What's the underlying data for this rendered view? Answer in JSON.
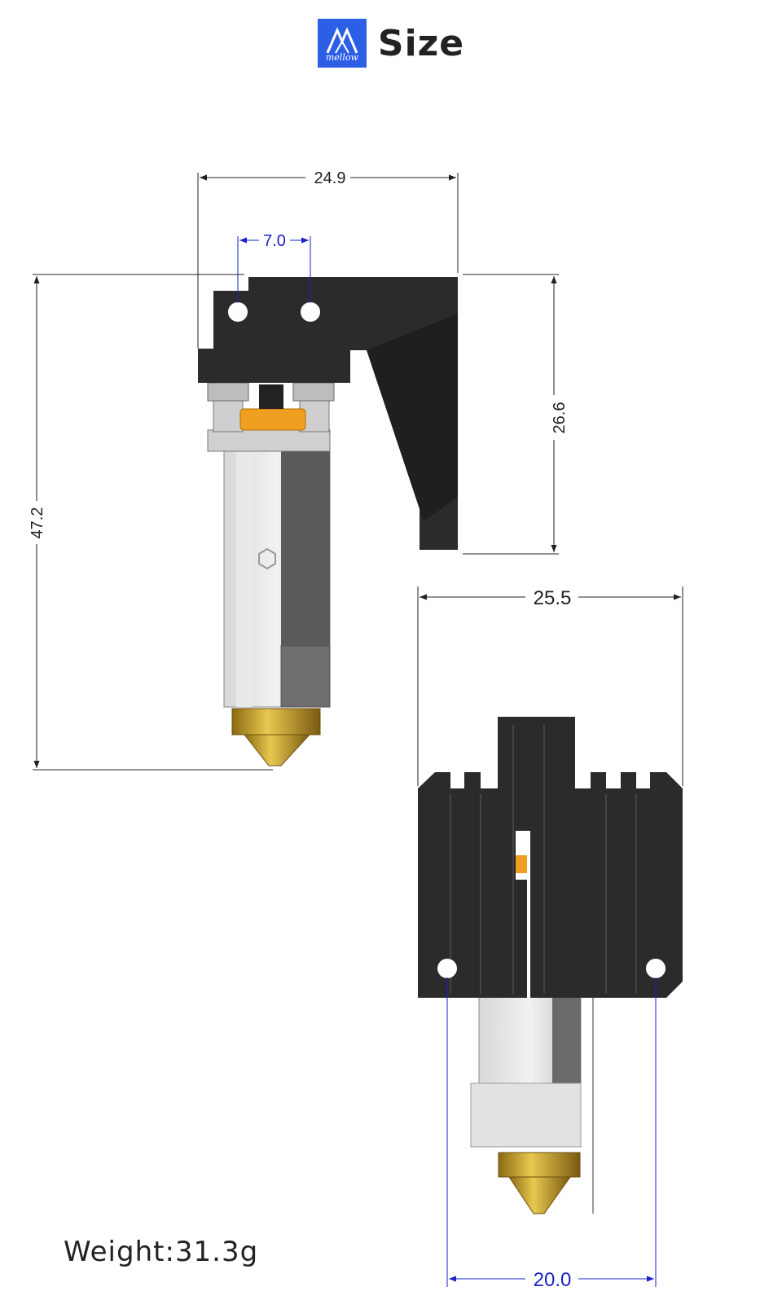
{
  "header": {
    "logo_text": "mellow",
    "title": "Size"
  },
  "dimensions": {
    "side_width": "24.9",
    "hole_spacing_side": "7.0",
    "bracket_height": "26.6",
    "total_height": "47.2",
    "front_width": "25.5",
    "hole_spacing_front": "20.0"
  },
  "weight": "Weight:31.3g",
  "colors": {
    "logo_bg": "#2d5fe6",
    "bracket": "#2b2b2b",
    "brass": "#c9a530",
    "copper_ring": "#f0a020",
    "dim_blue": "#1a22c8"
  }
}
